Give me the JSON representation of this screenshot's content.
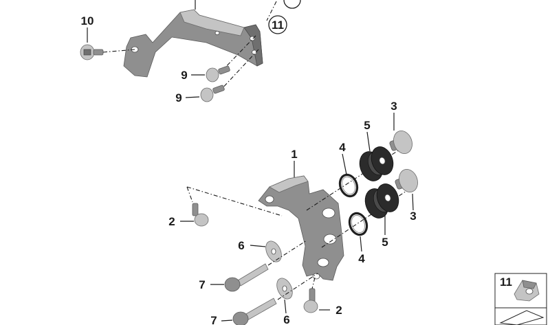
{
  "callouts": {
    "c10": "10",
    "c11": "11",
    "c9a": "9",
    "c9b": "9",
    "c3a": "3",
    "c5a": "5",
    "c4a": "4",
    "c1": "1",
    "c2a": "2",
    "c3b": "3",
    "c5b": "5",
    "c6a": "6",
    "c4b": "4",
    "c7a": "7",
    "c2b": "2",
    "c6b": "6",
    "c7b": "7",
    "legend11": "11"
  },
  "colors": {
    "metal": "#8f8f8f",
    "rubber": "#2b2b2b",
    "line": "#1a1a1a"
  }
}
